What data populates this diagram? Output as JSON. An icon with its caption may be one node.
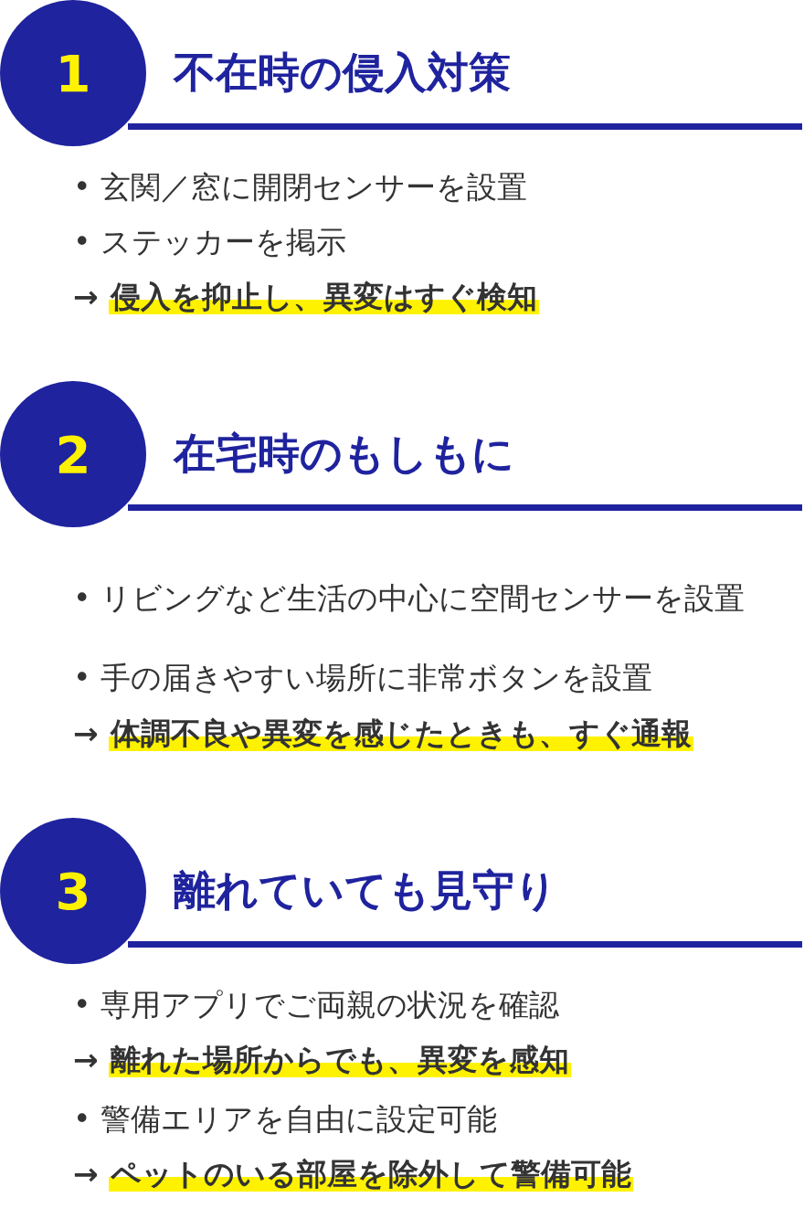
{
  "diagram": {
    "nodes": [
      {
        "text": [
          "1"
        ]
      },
      {
        "text": [
          "2"
        ]
      },
      {
        "text": [
          "3"
        ]
      }
    ],
    "edges": [],
    "labels": [
      "不在時の侵入対策",
      "• 玄関／窓に開閉センサーを設置",
      "• ステッカーを掲示",
      "→ 侵入を抑止し、異変はすぐ検知",
      "在宅時のもしもに",
      "• リビングなど生活の中心に空間センサーを設置",
      "• 手の届きやすい場所に非常ボタンを設置",
      "→ 体調不良や異変を感じたときも、すぐ通報",
      "離れていても見守り",
      "• 専用アプリでご両親の状況を確認",
      "→ 離れた場所からでも、異変を感知",
      "• 警備エリアを自由に設定可能",
      "→ ペットのいる部屋を除外して警備可能"
    ]
  }
}
